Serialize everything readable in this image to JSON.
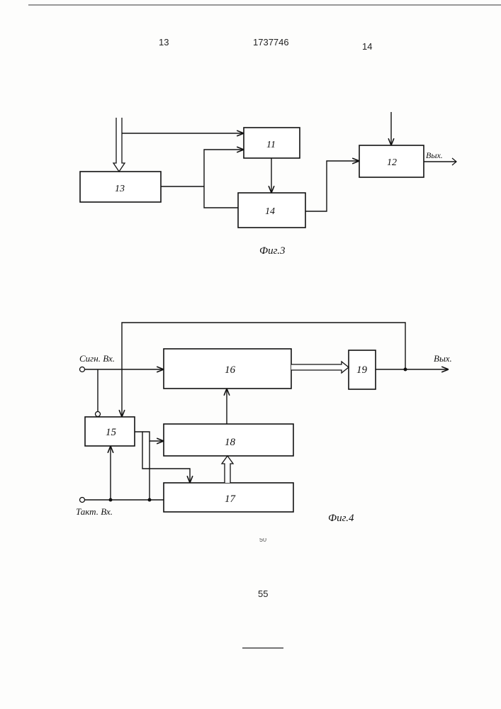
{
  "header": {
    "page_left": "13",
    "patent_number": "1737746",
    "page_right": "14"
  },
  "fig3": {
    "caption": "Фиг.3",
    "blocks": {
      "b11": "11",
      "b12": "12",
      "b13": "13",
      "b14": "14"
    },
    "output_label": "Вых."
  },
  "fig4": {
    "caption": "Фиг.4",
    "blocks": {
      "b15": "15",
      "b16": "16",
      "b17": "17",
      "b18": "18",
      "b19": "19"
    },
    "signal_input_label": "Сигн. Вх.",
    "clock_input_label": "Такт. Вх.",
    "output_label": "Вых."
  },
  "footer": {
    "line_number": "55",
    "margin_mark": "50"
  }
}
